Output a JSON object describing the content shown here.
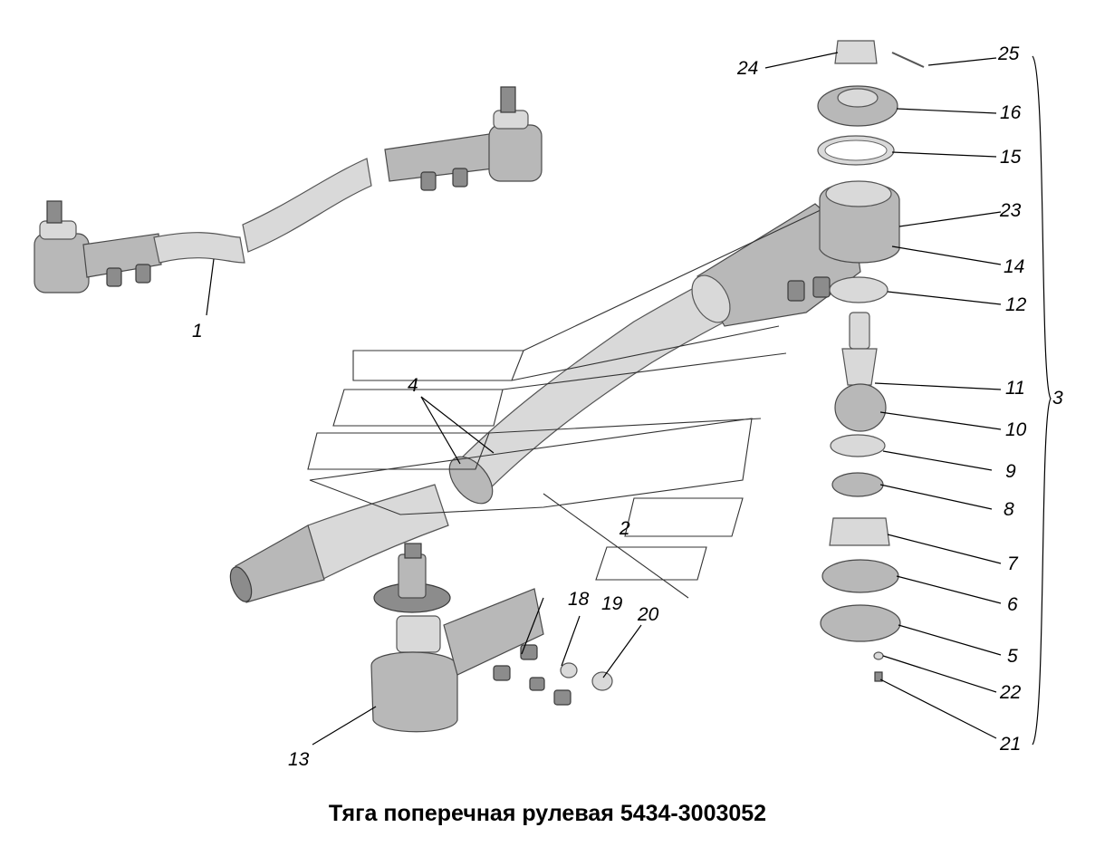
{
  "caption": "Тяга поперечная рулевая 5434-3003052",
  "callouts": [
    {
      "id": "c1",
      "text": "1"
    },
    {
      "id": "c2",
      "text": "2"
    },
    {
      "id": "c3",
      "text": "3"
    },
    {
      "id": "c4",
      "text": "4"
    },
    {
      "id": "c5",
      "text": "5"
    },
    {
      "id": "c6",
      "text": "6"
    },
    {
      "id": "c7",
      "text": "7"
    },
    {
      "id": "c8",
      "text": "8"
    },
    {
      "id": "c9",
      "text": "9"
    },
    {
      "id": "c10",
      "text": "10"
    },
    {
      "id": "c11",
      "text": "11"
    },
    {
      "id": "c12",
      "text": "12"
    },
    {
      "id": "c13",
      "text": "13"
    },
    {
      "id": "c14",
      "text": "14"
    },
    {
      "id": "c15",
      "text": "15"
    },
    {
      "id": "c16",
      "text": "16"
    },
    {
      "id": "c18",
      "text": "18"
    },
    {
      "id": "c19",
      "text": "19"
    },
    {
      "id": "c20",
      "text": "20"
    },
    {
      "id": "c21",
      "text": "21"
    },
    {
      "id": "c22",
      "text": "22"
    },
    {
      "id": "c23",
      "text": "23"
    },
    {
      "id": "c24",
      "text": "24"
    },
    {
      "id": "c25",
      "text": "25"
    }
  ]
}
